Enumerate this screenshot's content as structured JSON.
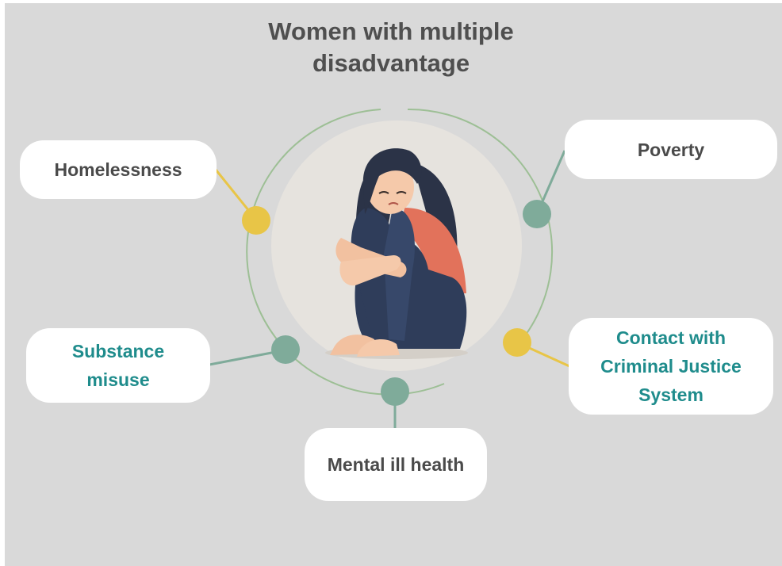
{
  "title": {
    "line1": "Women with multiple",
    "line2": "disadvantage"
  },
  "colors": {
    "background": "#d9d9d9",
    "title_text": "#4f4f4f",
    "dark_label": "#4a4a4a",
    "teal_label": "#1f8c8c",
    "yellow_node": "#e8c547",
    "green_node": "#7fab9a",
    "ring": "#9dbf95"
  },
  "central_image": {
    "icon": "sad-woman-hugging-knees-illustration"
  },
  "nodes": {
    "homelessness": {
      "label": "Homelessness",
      "node_color": "yellow"
    },
    "poverty": {
      "label": "Poverty",
      "node_color": "green"
    },
    "substance_misuse": {
      "line1": "Substance",
      "line2": "misuse",
      "node_color": "green"
    },
    "criminal_justice": {
      "line1": "Contact with",
      "line2": "Criminal Justice",
      "line3": "System",
      "node_color": "yellow"
    },
    "mental_ill_health": {
      "label": "Mental ill health",
      "node_color": "green"
    }
  }
}
